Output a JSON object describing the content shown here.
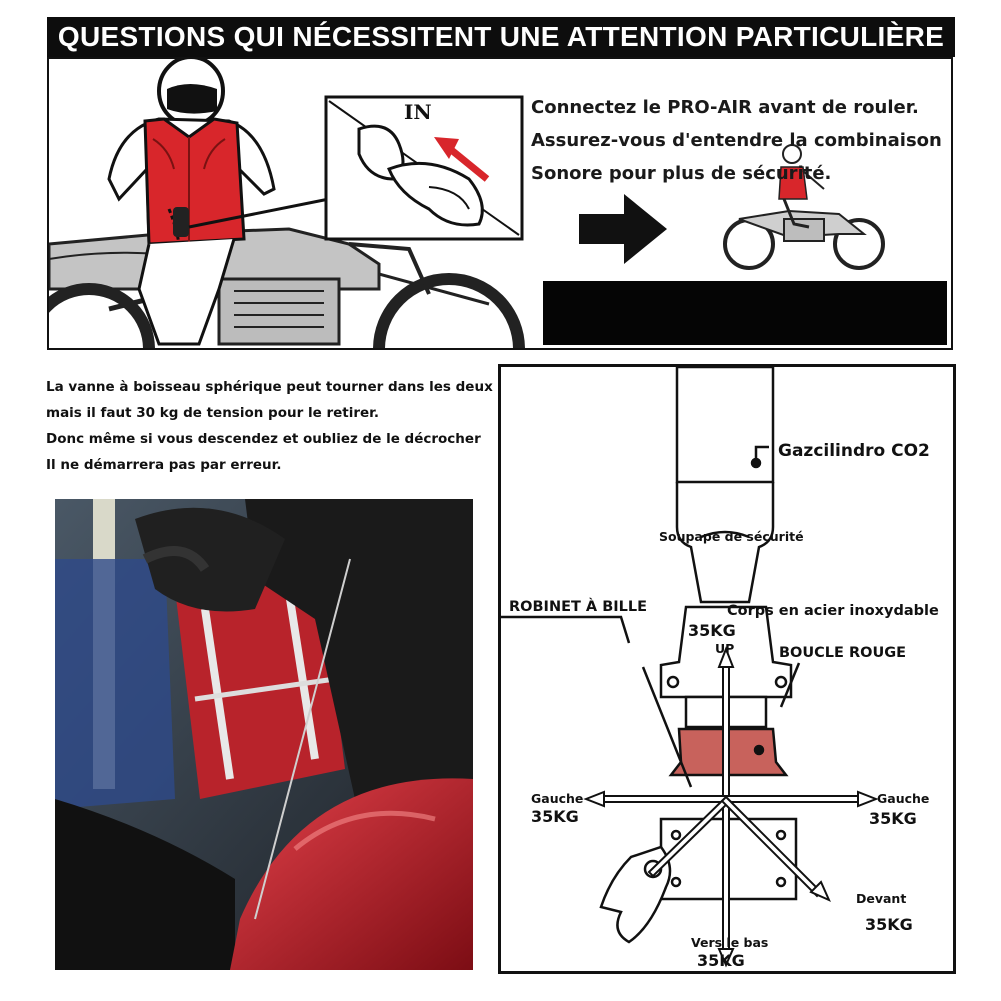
{
  "header": {
    "title": "QUESTIONS QUI NÉCESSITENT UNE ATTENTION PARTICULIÈRE"
  },
  "top_panel": {
    "inset_label": "IN",
    "lines": [
      "Connectez le PRO-AIR avant de rouler.",
      "Assurez-vous d'entendre la combinaison",
      "Sonore pour plus de sécurité."
    ]
  },
  "note": {
    "lines": [
      "La vanne à boisseau sphérique peut tourner dans les deux sens.",
      "mais il faut 30 kg de tension pour le retirer.",
      "Donc même si vous descendez et oubliez de le décrocher",
      "Il ne démarrera pas par erreur."
    ]
  },
  "diagram": {
    "co2": "Gazcilindro CO2",
    "safety_valve": "Soupape de sécurité",
    "ball_valve": "ROBINET À BILLE",
    "steel_body": "Corps en acier inoxydable",
    "kg_top": "35KG",
    "up": "UP",
    "red_buckle": "BOUCLE ROUGE",
    "left_label": "Gauche",
    "left_kg": "35KG",
    "right_label": "Gauche",
    "right_kg": "35KG",
    "front_label": "Devant",
    "front_kg": "35KG",
    "down_label": "Vers le bas",
    "down_kg": "35KG"
  },
  "colors": {
    "vest_red": "#d8262b",
    "buckle_red": "#c8625c",
    "bike_gray": "#bdbdbd",
    "black": "#0d0d0d"
  }
}
